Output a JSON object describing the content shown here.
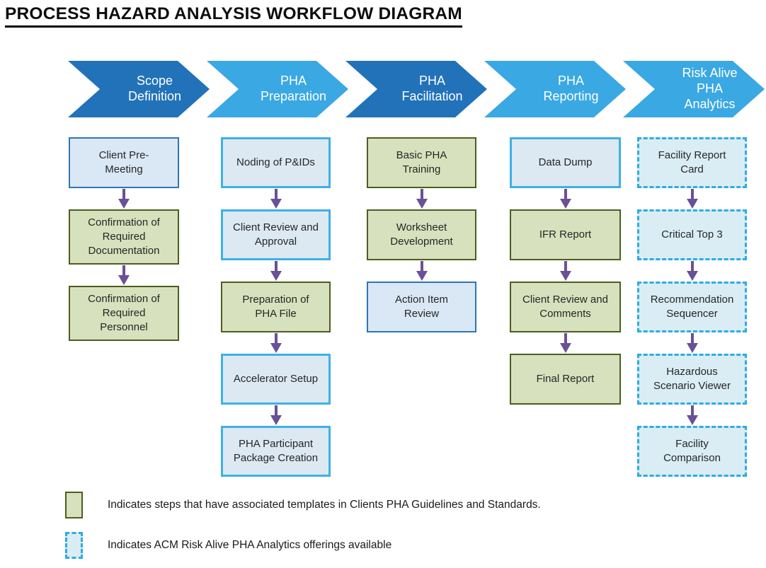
{
  "title": "PROCESS HAZARD ANALYSIS WORKFLOW DIAGRAM",
  "colors": {
    "phase_dark_blue": "#2272B9",
    "phase_light_blue": "#3AA8E3",
    "arrow": "#6A5096",
    "green_fill": "#D8E1BD",
    "green_border": "#4C5E1F",
    "blue_border": "#2E75B6",
    "cyan_border": "#3FB0E5",
    "dashed_border": "#2CACE3",
    "light_blue_fill": "#DAE8F5"
  },
  "phases": [
    {
      "label": "Scope\nDefinition",
      "color": "#2272B9"
    },
    {
      "label": "PHA\nPreparation",
      "color": "#3AA8E3"
    },
    {
      "label": "PHA\nFacilitation",
      "color": "#2272B9"
    },
    {
      "label": "PHA\nReporting",
      "color": "#3AA8E3"
    },
    {
      "label": "Risk Alive\nPHA\nAnalytics",
      "color": "#3AA8E3"
    }
  ],
  "columns": [
    {
      "phase": "Scope Definition",
      "steps": [
        {
          "label": "Client Pre-\nMeeting",
          "kind": "blue-solid"
        },
        {
          "label": "Confirmation of\nRequired\nDocumentation",
          "kind": "green-template"
        },
        {
          "label": "Confirmation of\nRequired\nPersonnel",
          "kind": "green-template"
        }
      ]
    },
    {
      "phase": "PHA Preparation",
      "steps": [
        {
          "label": "Noding of P&IDs",
          "kind": "cyan-solid"
        },
        {
          "label": "Client Review and\nApproval",
          "kind": "cyan-solid"
        },
        {
          "label": "Preparation of\nPHA File",
          "kind": "green-template"
        },
        {
          "label": "Accelerator Setup",
          "kind": "cyan-solid"
        },
        {
          "label": "PHA Participant\nPackage Creation",
          "kind": "cyan-solid"
        }
      ]
    },
    {
      "phase": "PHA Facilitation",
      "steps": [
        {
          "label": "Basic PHA\nTraining",
          "kind": "green-template"
        },
        {
          "label": "Worksheet\nDevelopment",
          "kind": "green-template"
        },
        {
          "label": "Action Item\nReview",
          "kind": "blue-solid"
        }
      ]
    },
    {
      "phase": "PHA Reporting",
      "steps": [
        {
          "label": "Data Dump",
          "kind": "cyan-solid"
        },
        {
          "label": "IFR Report",
          "kind": "green-template"
        },
        {
          "label": "Client Review and\nComments",
          "kind": "green-template"
        },
        {
          "label": "Final Report",
          "kind": "green-template"
        }
      ]
    },
    {
      "phase": "Risk Alive PHA Analytics",
      "steps": [
        {
          "label": "Facility Report\nCard",
          "kind": "analytics-dashed"
        },
        {
          "label": "Critical Top 3",
          "kind": "analytics-dashed"
        },
        {
          "label": "Recommendation\nSequencer",
          "kind": "analytics-dashed"
        },
        {
          "label": "Hazardous\nScenario Viewer",
          "kind": "analytics-dashed"
        },
        {
          "label": "Facility\nComparison",
          "kind": "analytics-dashed"
        }
      ]
    }
  ],
  "legend": [
    {
      "swatch": "green-template",
      "text": "Indicates steps that have associated templates in Clients PHA Guidelines and Standards."
    },
    {
      "swatch": "analytics-dashed",
      "text": "Indicates ACM Risk Alive PHA Analytics offerings available"
    }
  ]
}
